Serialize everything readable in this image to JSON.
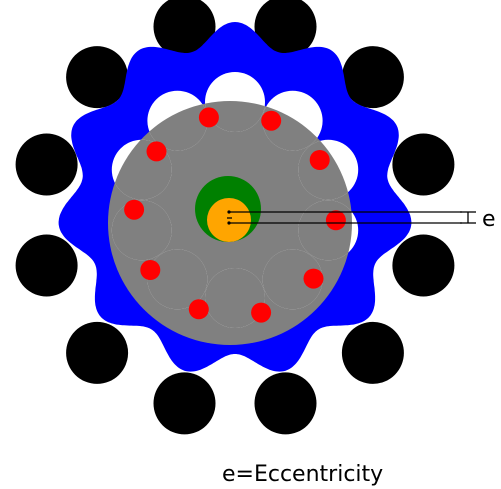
{
  "diagram": {
    "labels": {
      "e": "e",
      "caption": "e=Eccentricity"
    },
    "colors": {
      "background": "#ffffff",
      "outer_pins": "#000000",
      "cycloidal_disc": "#0000ff",
      "disc_holes": "#ffffff",
      "output_disc": "#808080",
      "output_pins": "#ff0000",
      "input_shaft": "#008000",
      "eccentric": "#ffa500",
      "lines": "#000000"
    },
    "counts": {
      "outer_pins": 12,
      "disc_lobes": 11,
      "output_pins": 10
    }
  }
}
